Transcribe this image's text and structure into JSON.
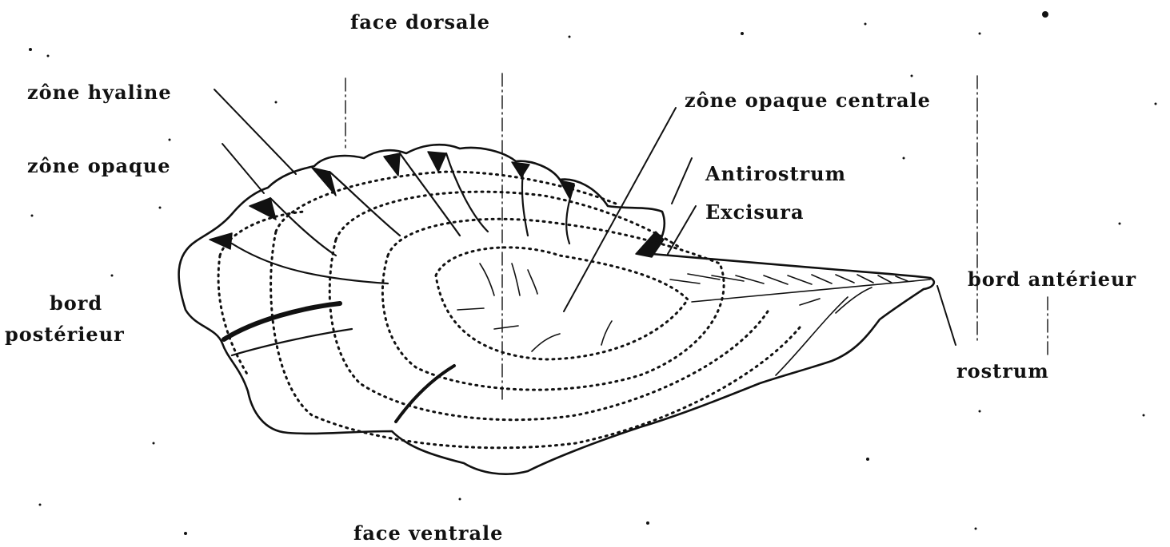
{
  "diagram": {
    "labels": {
      "face_dorsale": "face dorsale",
      "face_ventrale": "face ventrale",
      "zone_hyaline": "zône hyaline",
      "zone_opaque": "zône opaque",
      "zone_opaque_centrale": "zône opaque centrale",
      "antirostrum": "Antirostrum",
      "excisura": "Excisura",
      "bord_anterieur": "bord antérieur",
      "bord_posterieur_line1": "bord",
      "bord_posterieur_line2": "postérieur",
      "rostrum": "rostrum"
    },
    "colors": {
      "ink": "#111111",
      "background": "#ffffff"
    }
  }
}
